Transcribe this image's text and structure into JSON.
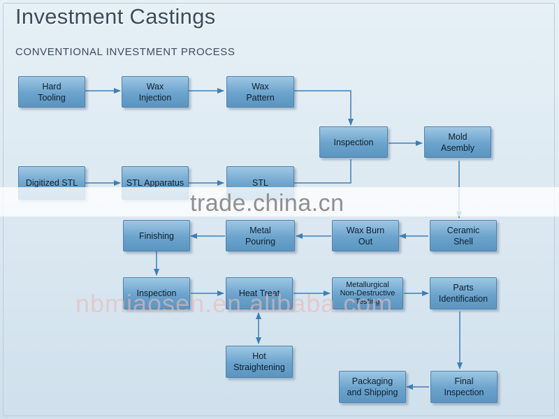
{
  "title": "Investment Castings",
  "subtitle": "CONVENTIONAL INVESTMENT PROCESS",
  "steps": {
    "hard_tooling": "Hard\nTooling",
    "wax_injection": "Wax\nInjection",
    "wax_pattern": "Wax\nPattern",
    "inspection_top": "Inspection",
    "mold_assembly": "Mold\nAsembly",
    "digitized_stl": "Digitized STL",
    "stl_apparatus": "STL Apparatus",
    "stl": "STL",
    "finishing": "Finishing",
    "metal_pouring": "Metal\nPouring",
    "wax_burn_out": "Wax Burn\nOut",
    "ceramic_shell": "Ceramic\nShell",
    "inspection_mid": "Inspection",
    "heat_treat": "Heat Treat",
    "metallurgical_testing": "Metallurgical\nNon-Destructive\nTesting",
    "parts_identification": "Parts\nIdentification",
    "hot_straightening": "Hot\nStraightening",
    "packaging_shipping": "Packaging\nand Shipping",
    "final_inspection": "Final\nInspection"
  },
  "watermarks": {
    "trade": "trade.china.cn",
    "supplier": "nbmiaosen.en.alibaba.com"
  },
  "colors": {
    "box_fill": "#6ba3cc",
    "arrow": "#3d7fb6",
    "title_text": "#3c4c5e"
  }
}
